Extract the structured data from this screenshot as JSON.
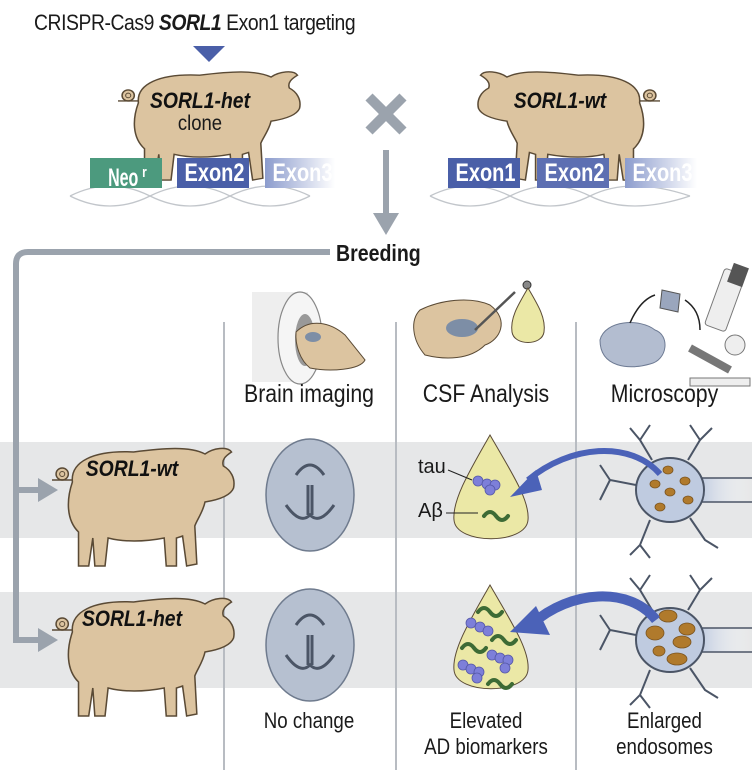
{
  "header": {
    "title_prefix": "CRISPR-Cas9 ",
    "title_gene": "SORL1",
    "title_suffix": " Exon1 targeting"
  },
  "parents": {
    "het": {
      "label": "SORL1-het",
      "sublabel": "clone",
      "exons": [
        "Neo",
        "Exon2",
        "Exon3"
      ],
      "neo_superscript": "r"
    },
    "wt": {
      "label": "SORL1-wt",
      "exons": [
        "Exon1",
        "Exon2",
        "Exon3"
      ]
    }
  },
  "cross_symbol": "×",
  "breeding_label": "Breeding",
  "columns": [
    {
      "id": "imaging",
      "label": "Brain imaging",
      "result": "No change"
    },
    {
      "id": "csf",
      "label": "CSF Analysis",
      "result": "Elevated AD biomarkers"
    },
    {
      "id": "microscopy",
      "label": "Microscopy",
      "result": "Enlarged endosomes"
    }
  ],
  "results_csf_result_line1": "Elevated",
  "results_csf_result_line2": "AD biomarkers",
  "results_micro_result_line1": "Enlarged",
  "results_micro_result_line2": "endosomes",
  "rows": [
    {
      "genotype": "SORL1-wt"
    },
    {
      "genotype": "SORL1-het"
    }
  ],
  "csf_labels": {
    "tau": "tau",
    "abeta": "Aβ"
  },
  "colors": {
    "pig_fill": "#dcc4a0",
    "pig_stroke": "#5a4a35",
    "neo_green": "#4c9a7e",
    "exon_blue": "#4a5fa8",
    "arrow_gray": "#9ba3ad",
    "band_gray": "#e6e7e8",
    "csf_yellow": "#ebe8a6",
    "tau_purple": "#7d7fd9",
    "abeta_green": "#3d6b35",
    "neuron_fill": "#bfcbe0",
    "endosome_brown": "#b07a2c",
    "big_arrow_blue": "#4b62b8"
  }
}
